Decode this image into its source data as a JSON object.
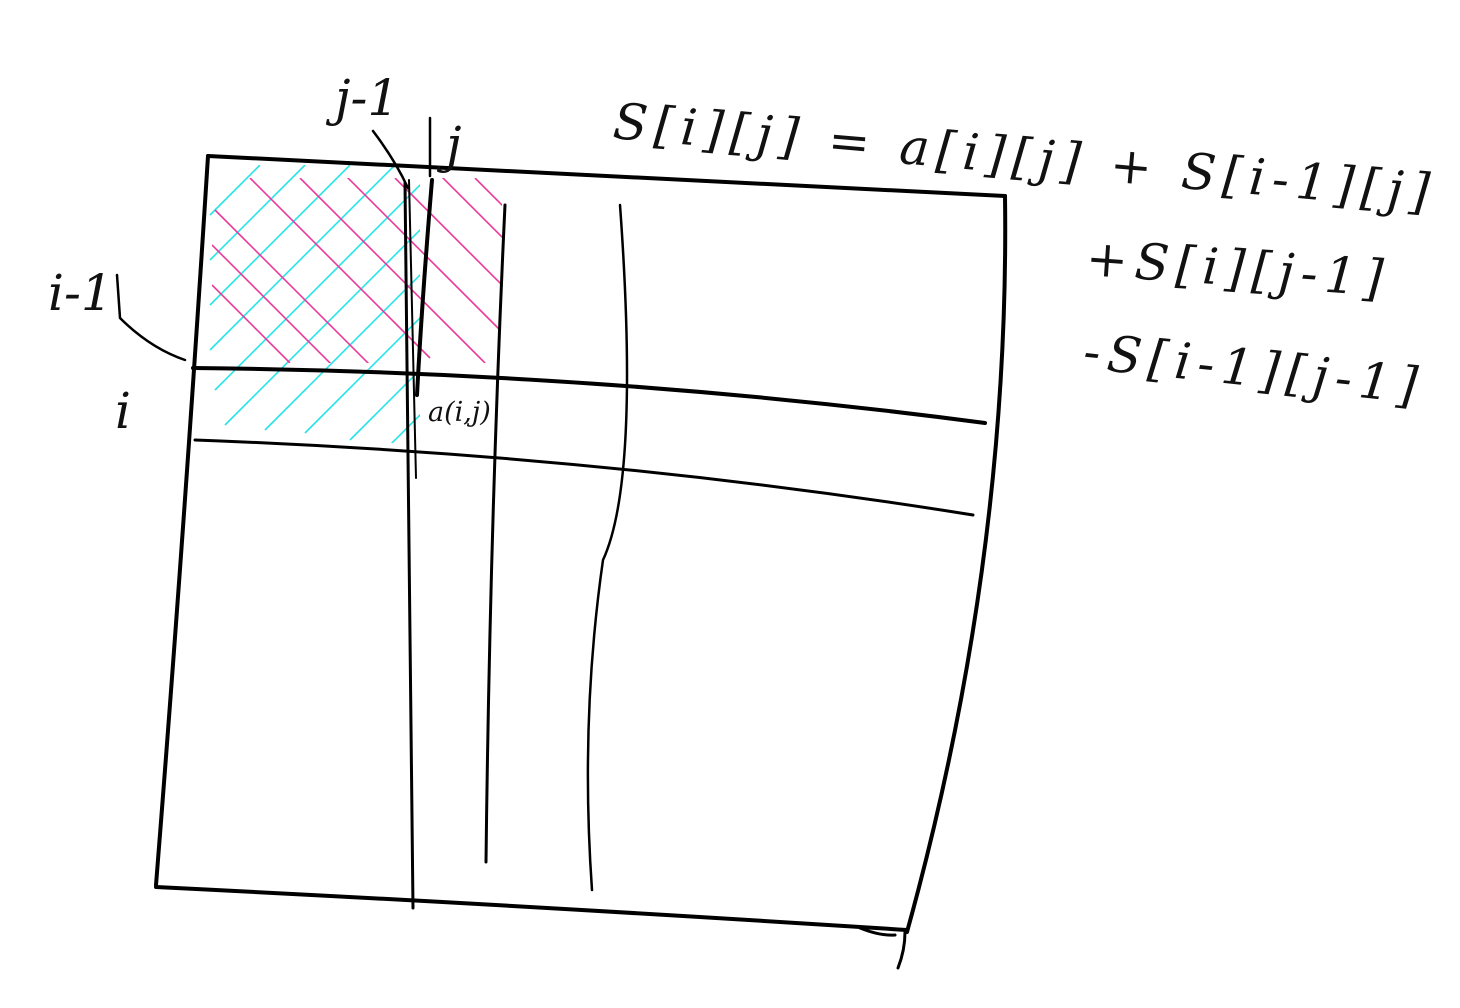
{
  "diagram": {
    "labels": {
      "col_prev": "j-1",
      "col_curr": "j",
      "row_prev": "i-1",
      "row_curr": "i",
      "cell": "a(i,j)"
    },
    "formula": [
      "S[i][j] = a[i][j] + S[i-1][j]",
      "+S[i][j-1]",
      "-S[i-1][j-1]"
    ],
    "colors": {
      "ink": "#000000",
      "hatch_rows_upto_i": "#28e3e6",
      "hatch_cols_upto_j": "#e8399c"
    }
  }
}
